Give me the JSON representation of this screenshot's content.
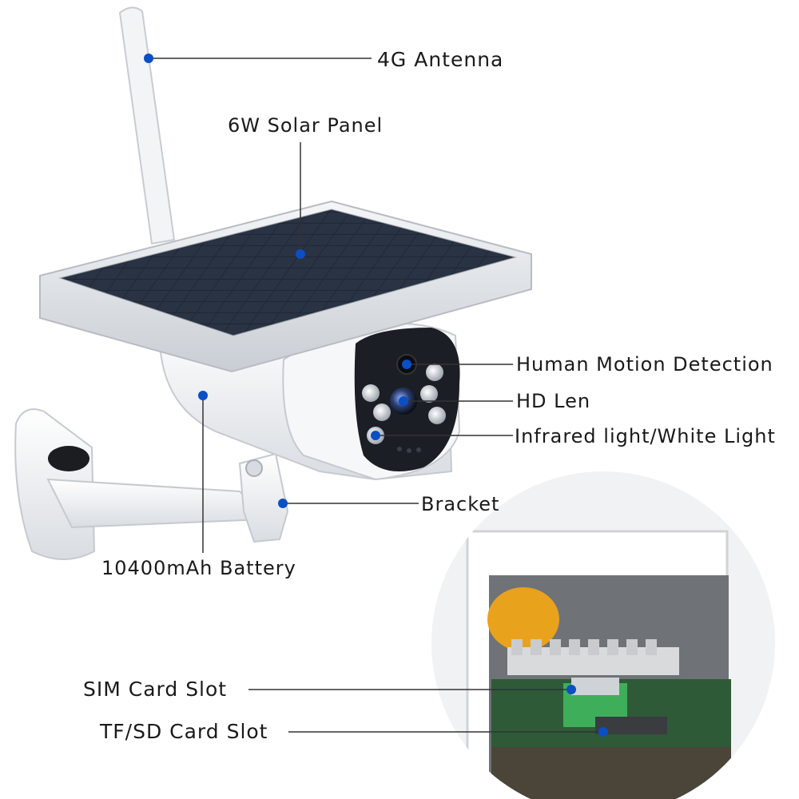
{
  "callouts": {
    "antenna": "4G Antenna",
    "solar_panel": "6W Solar Panel",
    "motion": "Human Motion Detection",
    "lens": "HD Len",
    "ir_light": "Infrared light/White Light",
    "bracket": "Bracket",
    "battery": "10400mAh Battery",
    "sim": "SIM Card Slot",
    "tf": "TF/SD Card Slot"
  },
  "colors": {
    "marker": "#0a4fc4",
    "leader_line": "#333333",
    "panel_cell": "#1f2633",
    "housing": "#f2f4f6"
  }
}
